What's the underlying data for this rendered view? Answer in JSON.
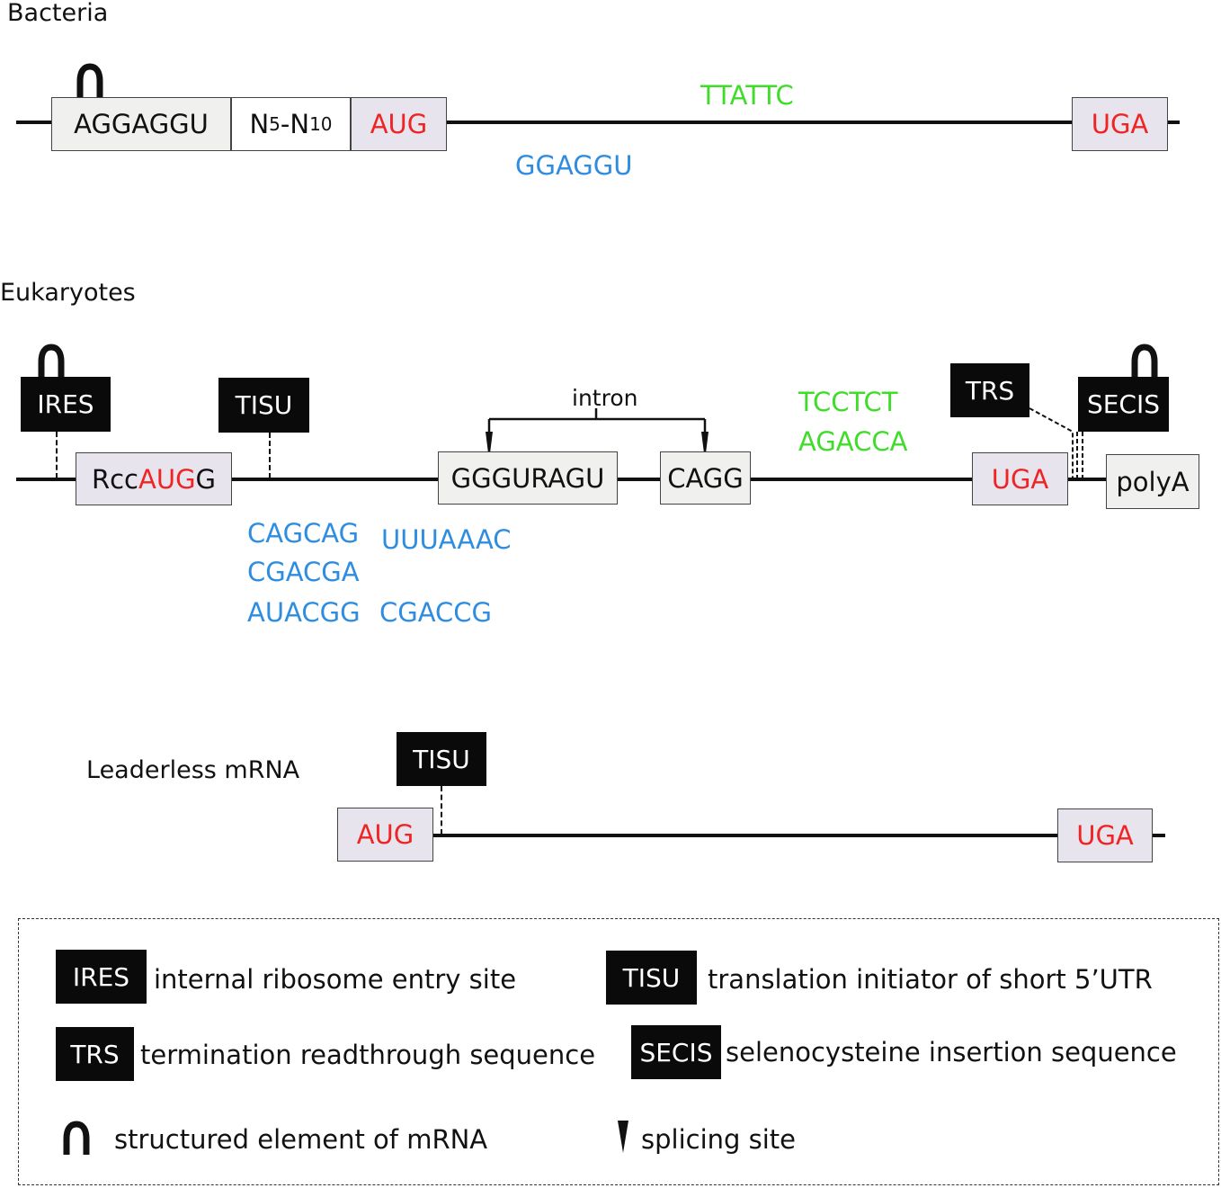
{
  "sections": {
    "bacteria": "Bacteria",
    "eukaryotes": "Eukaryotes",
    "leaderless": "Leaderless mRNA"
  },
  "bacteria": {
    "sd_box": "AGGAGGU",
    "spacer": {
      "base": "N",
      "sub1": "5",
      "dash": "-N",
      "sub2": "10"
    },
    "start_box": "AUG",
    "stop_box": "UGA",
    "green_seq": "TTATTC",
    "blue_seq": "GGAGGU"
  },
  "eukaryotes": {
    "ires_tag": "IRES",
    "tisu_tag": "TISU",
    "kozak": {
      "prefix": "Rcc",
      "start": "AUG",
      "suffix": "G"
    },
    "donor_box": "GGGURAGU",
    "acceptor_box": "CAGG",
    "intron_label": "intron",
    "green_seqs": [
      "TCCTCT",
      "AGACCA"
    ],
    "blue_seqs": [
      "CAGCAG",
      "UUUAAAC",
      "CGACGA",
      "AUACGG",
      "CGACCG"
    ],
    "trs_tag": "TRS",
    "secis_tag": "SECIS",
    "stop_box": "UGA",
    "polya_box": "polyA"
  },
  "leaderless": {
    "tisu_tag": "TISU",
    "start_box": "AUG",
    "stop_box": "UGA"
  },
  "legend": {
    "ires": {
      "tag": "IRES",
      "text": "internal ribosome entry site"
    },
    "tisu": {
      "tag": "TISU",
      "text": "translation initiator of short 5’UTR"
    },
    "trs": {
      "tag": "TRS",
      "text": "termination readthrough sequence"
    },
    "secis": {
      "tag": "SECIS",
      "text": "selenocysteine insertion sequence"
    },
    "hairpin": {
      "icon": "hairpin-icon",
      "text": "structured element of mRNA"
    },
    "splice": {
      "icon": "splice-arrow-icon",
      "text": "splicing site"
    }
  },
  "colors": {
    "codon_red": "#ee2524",
    "motif_blue": "#2e8de0",
    "motif_green": "#3fdc2a",
    "tag_black": "#0a0a0a",
    "box_lilac": "#e8e4ee",
    "box_grey": "#f0f1ef"
  }
}
